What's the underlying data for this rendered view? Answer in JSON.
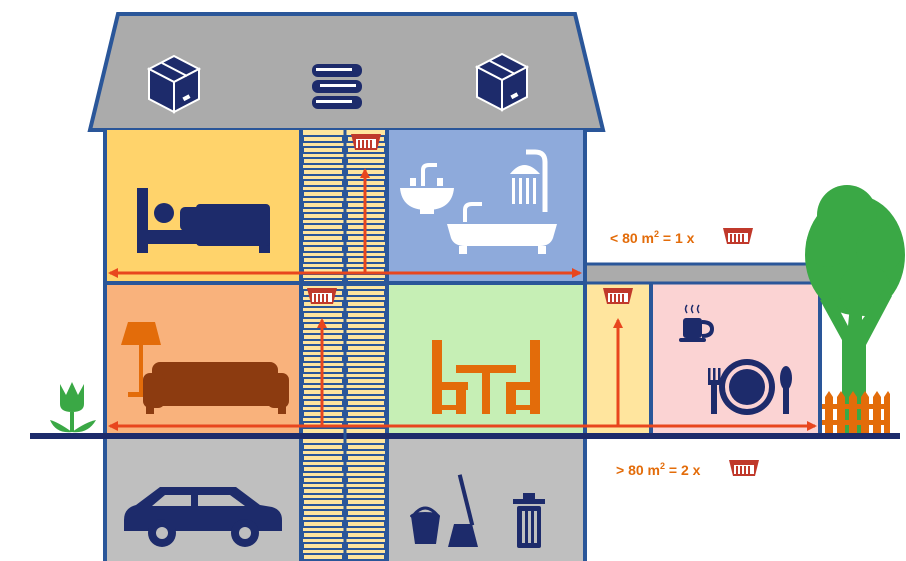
{
  "labels": {
    "small_area": {
      "prefix": "< 80 m",
      "sup": "2",
      "suffix": " = 1 x"
    },
    "large_area": {
      "prefix": "> 80 m",
      "sup": "2",
      "suffix": " = 2 x"
    }
  },
  "icons": {
    "attic": [
      "box-icon",
      "books-icon",
      "box-icon"
    ],
    "upper_floor": [
      "bed-icon",
      "sink-icon",
      "bathtub-icon",
      "shower-icon"
    ],
    "ground_floor": [
      "floor-lamp-icon",
      "sofa-icon",
      "dining-table-icon",
      "coffee-cup-icon",
      "plate-cutlery-icon"
    ],
    "basement": [
      "car-icon",
      "bucket-mop-icon",
      "trash-can-icon"
    ],
    "outdoor": [
      "tulip-icon",
      "tree-icon",
      "fence-icon"
    ],
    "detector": "smoke-detector-icon"
  },
  "colors": {
    "outline": "#2a5699",
    "navy": "#1d2b6b",
    "roof": "#ababab",
    "bedroom": "#ffd36b",
    "bathroom": "#8eaadb",
    "living": "#f9b27c",
    "dining": "#c6efb5",
    "kitchen": "#fbd3d3",
    "stairs": "#ffe59e",
    "basement": "#bfbfbf",
    "arrow": "#e8461e",
    "detector": "#c0392b",
    "accent_orange": "#e36c0a",
    "green": "#3aa845"
  }
}
